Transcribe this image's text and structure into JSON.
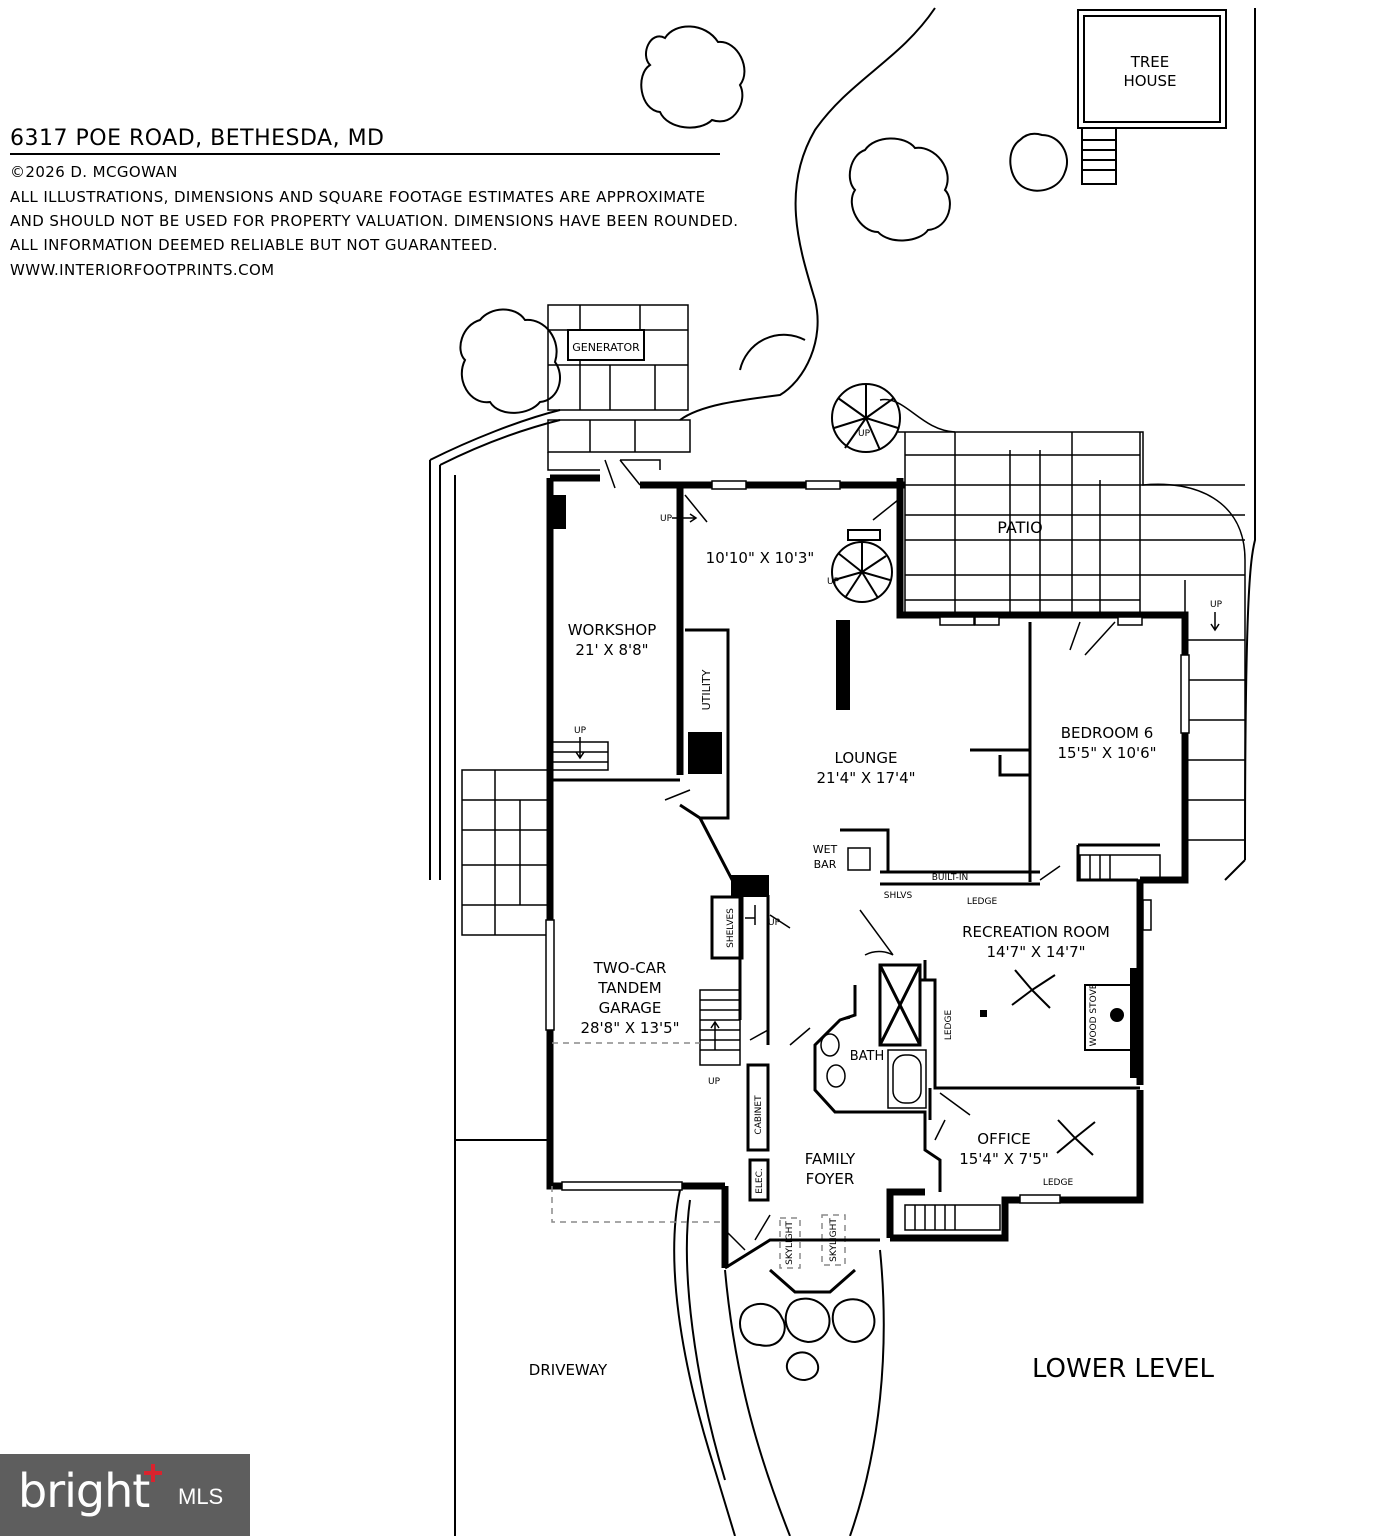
{
  "header": {
    "address": "6317 POE ROAD, BETHESDA, MD",
    "copyright": "©2026 D. MCGOWAN",
    "disclaimer_1": "ALL ILLUSTRATIONS, DIMENSIONS AND SQUARE FOOTAGE ESTIMATES ARE APPROXIMATE",
    "disclaimer_2": "AND  SHOULD NOT BE USED FOR PROPERTY VALUATION. DIMENSIONS HAVE BEEN ROUNDED.",
    "disclaimer_3": "ALL INFORMATION DEEMED RELIABLE BUT NOT GUARANTEED.",
    "website": "WWW.INTERIORFOOTPRINTS.COM"
  },
  "level_label": "LOWER LEVEL",
  "rooms": {
    "tree_house_1": "TREE",
    "tree_house_2": "HOUSE",
    "generator": "GENERATOR",
    "patio": "PATIO",
    "stair_room_dim": "10'10\" X 10'3\"",
    "workshop_name": "WORKSHOP",
    "workshop_dim": "21' X 8'8\"",
    "utility": "UTILITY",
    "lounge_name": "LOUNGE",
    "lounge_dim": "21'4\" X 17'4\"",
    "bedroom_name": "BEDROOM 6",
    "bedroom_dim": "15'5\" X 10'6\"",
    "wet_1": "WET",
    "wet_2": "BAR",
    "built_in": "BUILT-IN",
    "ledge_top": "LEDGE",
    "shlvs": "SHLVS",
    "rec_name": "RECREATION ROOM",
    "rec_dim": "14'7\" X 14'7\"",
    "wood_stove": "WOOD STOVE",
    "ledge_side": "LEDGE",
    "shelves": "SHELVES",
    "garage_1": "TWO-CAR",
    "garage_2": "TANDEM",
    "garage_3": "GARAGE",
    "garage_dim": "28'8\" X 13'5\"",
    "bath": "BATH",
    "cabinet": "CABINET",
    "office_name": "OFFICE",
    "office_dim": "15'4\" X 7'5\"",
    "ledge_office": "LEDGE",
    "foyer_1": "FAMILY",
    "foyer_2": "FOYER",
    "elec": "ELEC.",
    "skylight_1": "SKYLIGHT",
    "skylight_2": "SKYLIGHT",
    "driveway": "DRIVEWAY",
    "up": "UP"
  },
  "logo": {
    "word": "bright",
    "suffix": "MLS",
    "accent": "#d9232e"
  },
  "colors": {
    "wall": "#000000",
    "line": "#000000",
    "paper": "#ffffff",
    "dash": "#8a8a8a"
  }
}
